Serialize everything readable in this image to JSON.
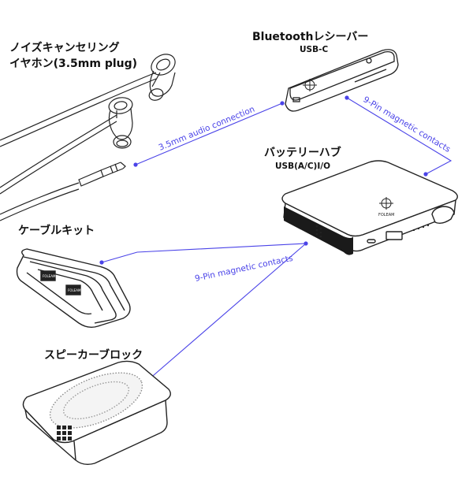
{
  "products": {
    "earphones": {
      "title_line1": "ノイズキャンセリング",
      "title_line2": "イヤホン(3.5mm plug)"
    },
    "receiver": {
      "title": "Bluetoothレシーバー",
      "subtitle": "USB-C"
    },
    "battery": {
      "title": "バッテリーハブ",
      "subtitle": "USB(A/C)I/O"
    },
    "cable_kit": {
      "title": "ケーブルキット"
    },
    "speaker": {
      "title": "スピーカーブロック"
    }
  },
  "connections": {
    "audio": "3.5mm audio connection",
    "receiver_battery": "9-Pin magnetic contacts",
    "kit_speaker": "9-Pin magnetic contacts"
  },
  "device_marks": {
    "brand": "FOLEAM",
    "cable_label_top": "FOLEAM",
    "cable_label_bottom": "FOLEAM"
  },
  "colors": {
    "connector_line": "#4a43e8",
    "outline": "#222222",
    "label_text": "#111111"
  }
}
